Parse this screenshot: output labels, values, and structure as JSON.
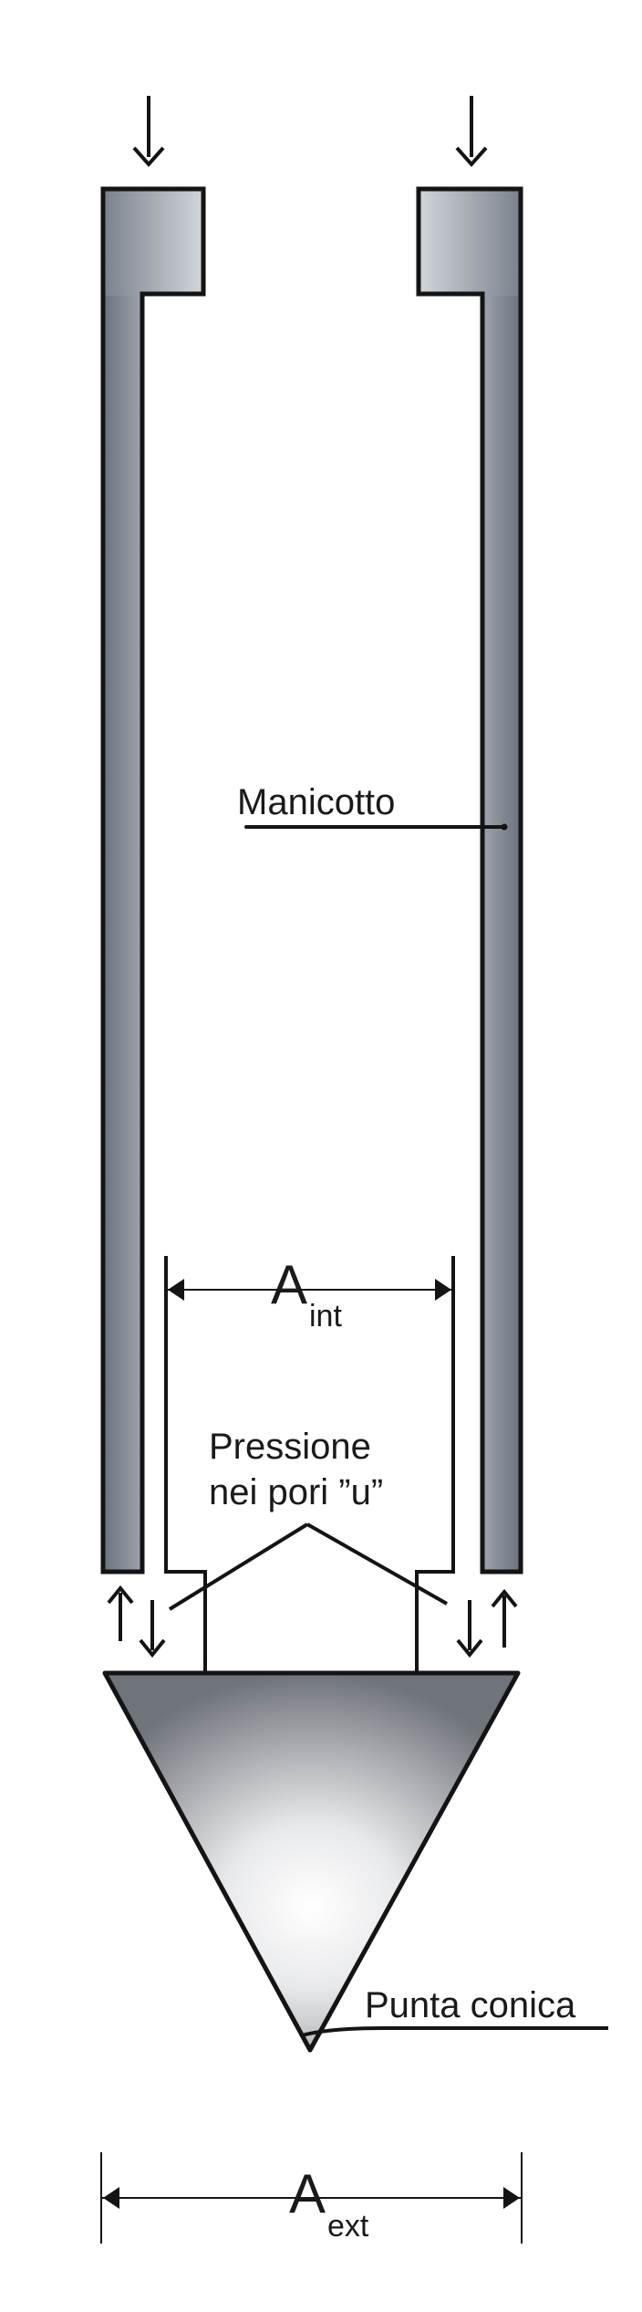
{
  "diagram": {
    "labels": {
      "sleeve": "Manicotto",
      "pore_pressure_line1": "Pressione",
      "pore_pressure_line2": "nei pori ”u”",
      "cone_tip": "Punta conica",
      "area_internal_main": "A",
      "area_internal_sub": "int",
      "area_external_main": "A",
      "area_external_sub": "ext"
    },
    "colors": {
      "stroke": "#141414",
      "tube_dark": "#6e7580",
      "tube_light": "#c3c8cf",
      "cone_dark": "#6f737a",
      "cone_light": "#ffffff"
    }
  }
}
